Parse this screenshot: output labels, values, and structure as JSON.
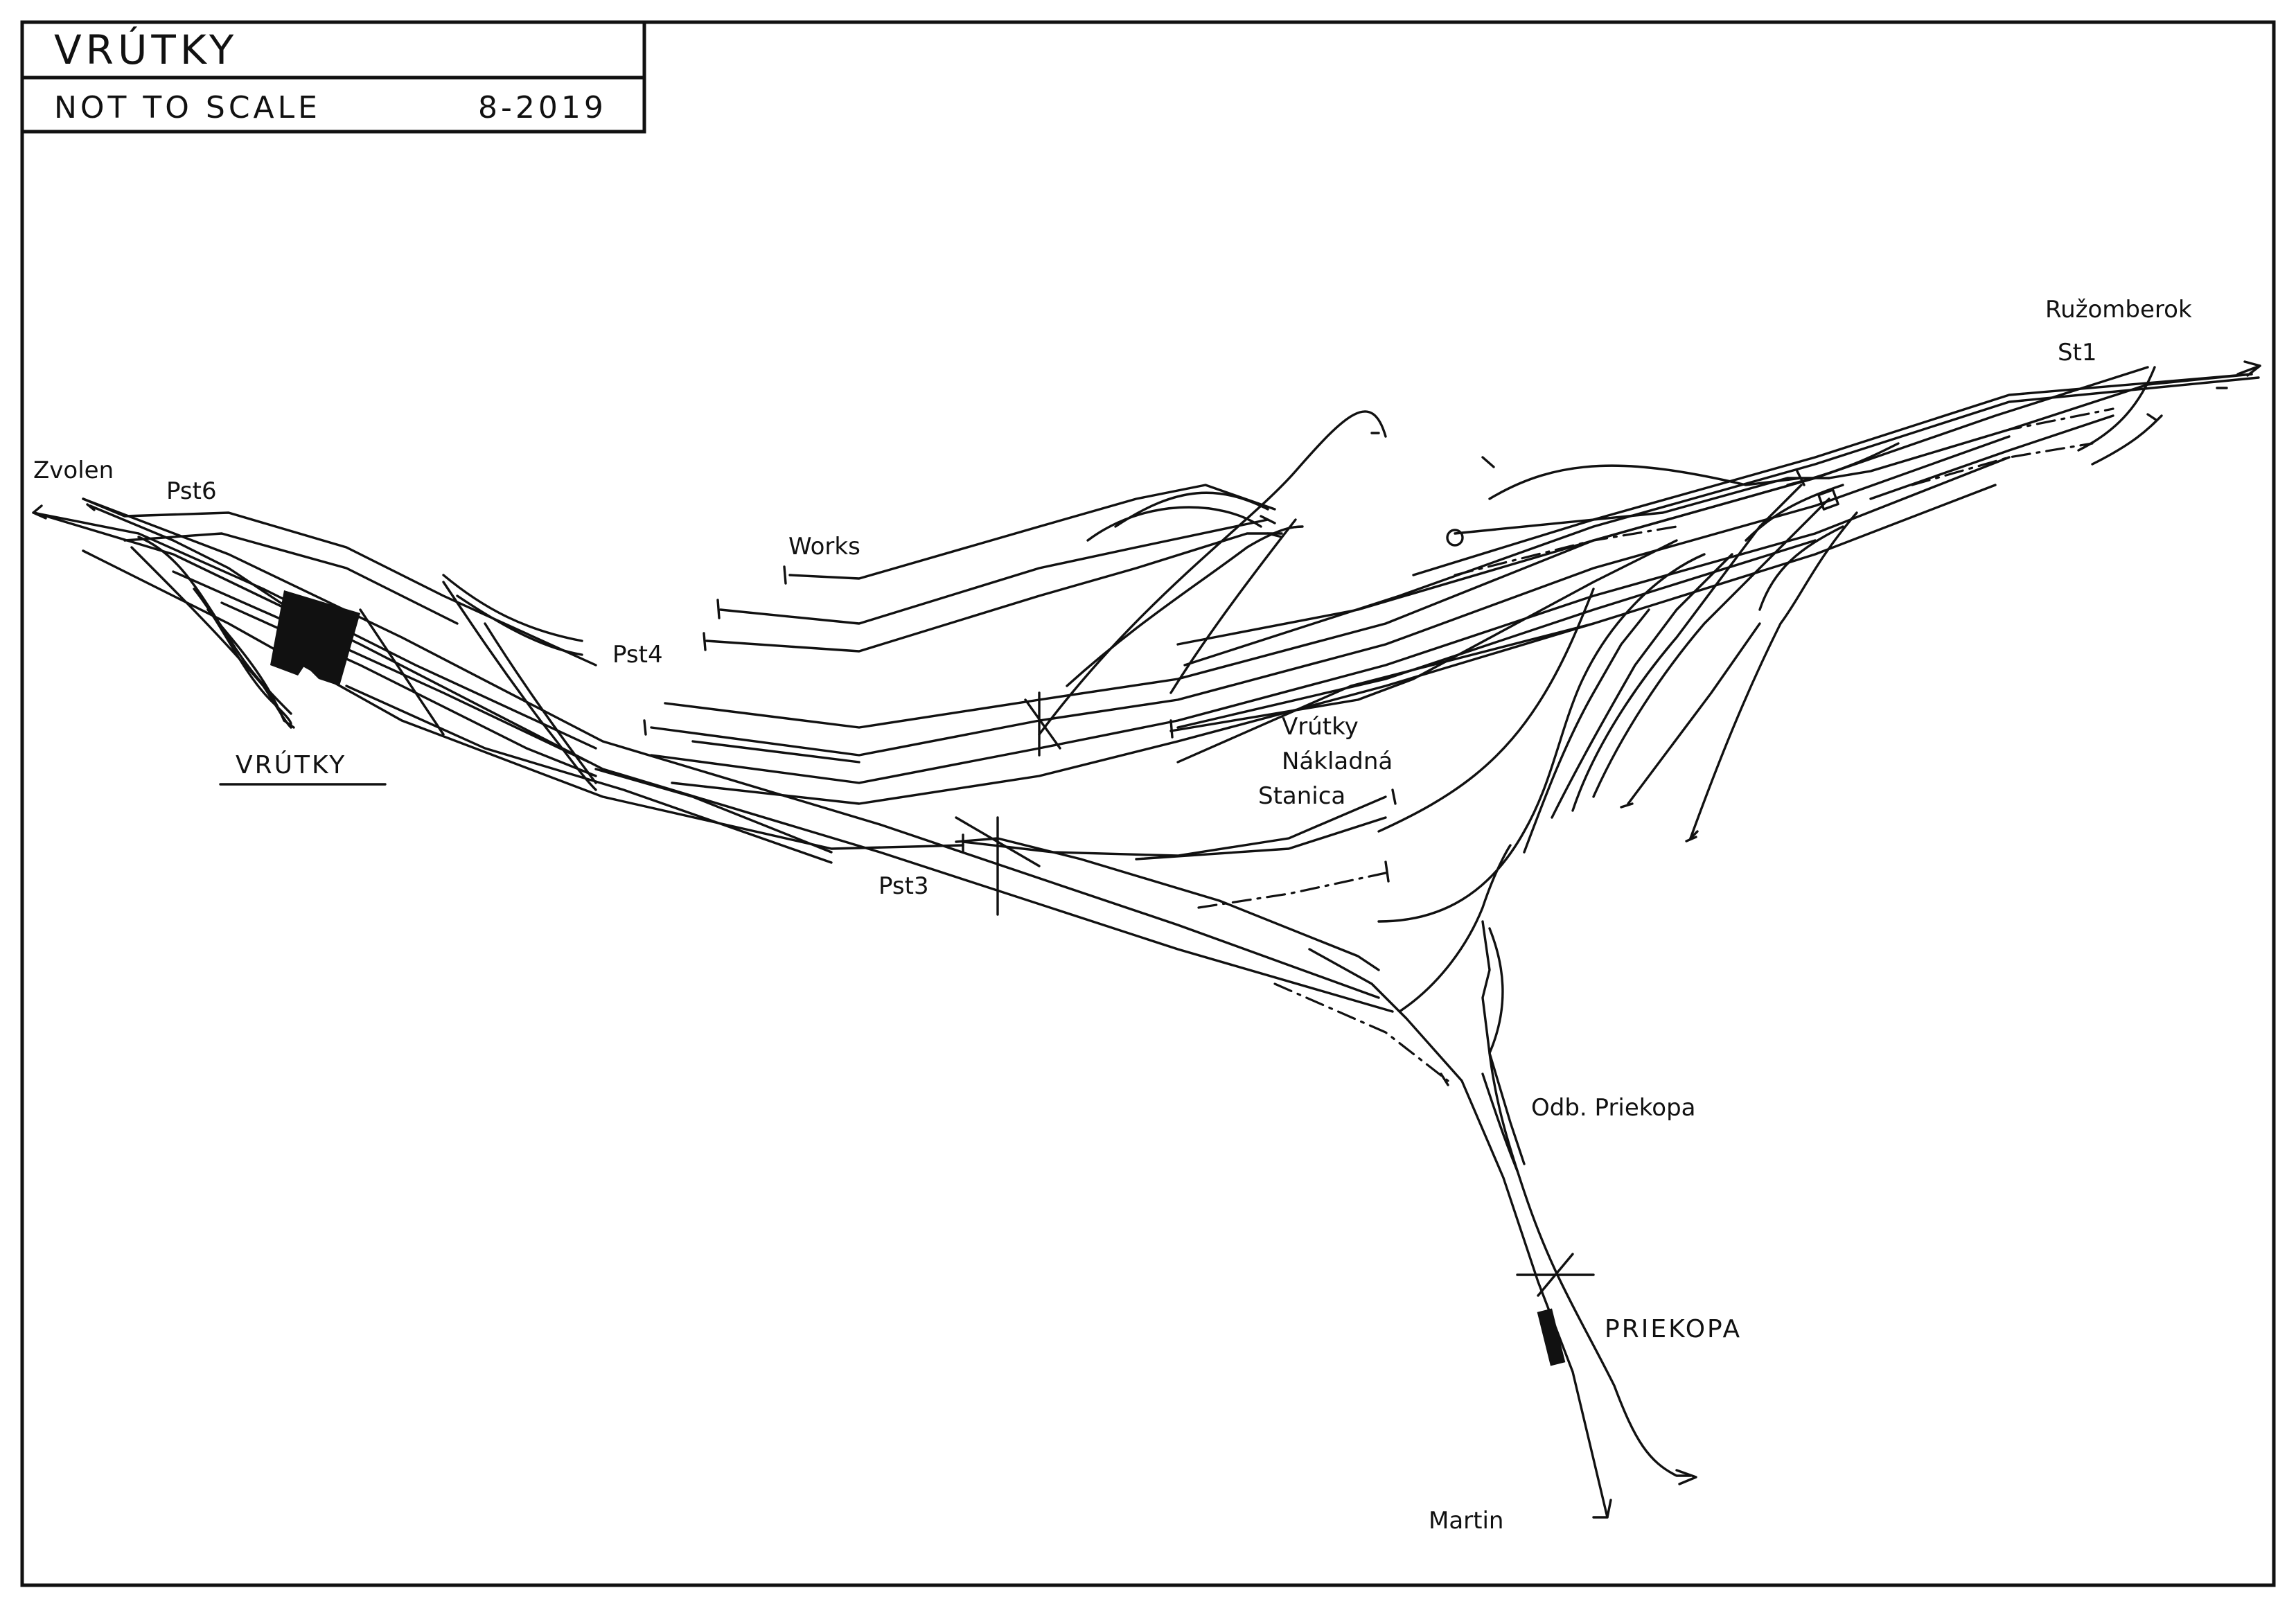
{
  "title_block": {
    "title": "VRÚTKY",
    "scale_note": "NOT TO SCALE",
    "date": "8-2019"
  },
  "destinations": {
    "zvolen": "Zvolen",
    "ruzomberok": "Ružomberok",
    "martin": "Martin"
  },
  "signal_boxes": {
    "pst6": "Pst6",
    "pst4": "Pst4",
    "pst3": "Pst3",
    "st1": "St1"
  },
  "places": {
    "works": "Works",
    "freight_station_line1": "Vrútky",
    "freight_station_line2": "Nákladná",
    "freight_station_line3": "Stanica",
    "junction": "Odb. Priekopa"
  },
  "stations": {
    "vrutky": "VRÚTKY",
    "priekopa": "PRIEKOPA"
  }
}
